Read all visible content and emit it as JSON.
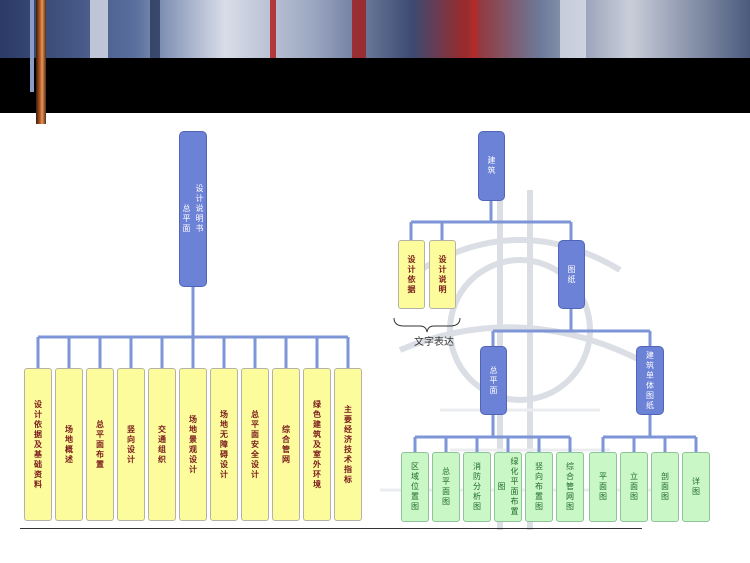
{
  "left_tree": {
    "root_top": "设计说明书",
    "root_bottom": "总平面",
    "children": [
      "设计依据及基础资料",
      "场地概述",
      "总平面布置",
      "竖向设计",
      "交通组织",
      "场地景观设计",
      "场地无障碍设计",
      "总平面安全设计",
      "综合管网",
      "绿色建筑及室外环境",
      "主要经济技术指标"
    ]
  },
  "right_tree": {
    "root": "建筑",
    "text_group": [
      "设计依据",
      "设计说明"
    ],
    "text_group_caption": "文字表达",
    "drawings": "图纸",
    "site_plan": "总平面",
    "building": "建筑单体图纸",
    "site_plan_children": [
      "区域位置图",
      "总平面图",
      "消防分析图",
      "绿化平面布置图",
      "竖向布置图",
      "综合管网图"
    ],
    "building_children": [
      "平面图",
      "立面图",
      "剖面图",
      "详图"
    ]
  },
  "colors": {
    "connector": "#7e95d8",
    "blue_node": "#6c82d6",
    "yellow_node": "#fcfc9c",
    "green_node": "#c9f7c6",
    "arrow": "#39c3e6"
  }
}
